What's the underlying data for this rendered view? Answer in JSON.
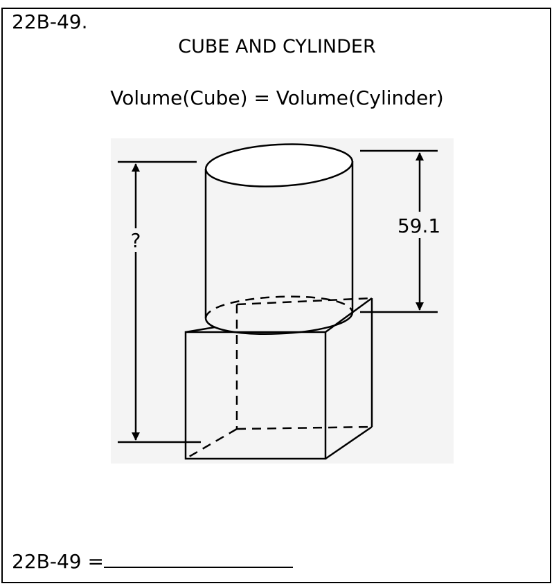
{
  "problem": {
    "id": "22B-49.",
    "title": "CUBE AND CYLINDER",
    "equation": "Volume(Cube) = Volume(Cylinder)",
    "answer_prefix": "22B-49 ="
  },
  "diagram": {
    "unknown_label": "?",
    "cylinder_height_label": "59.1"
  }
}
